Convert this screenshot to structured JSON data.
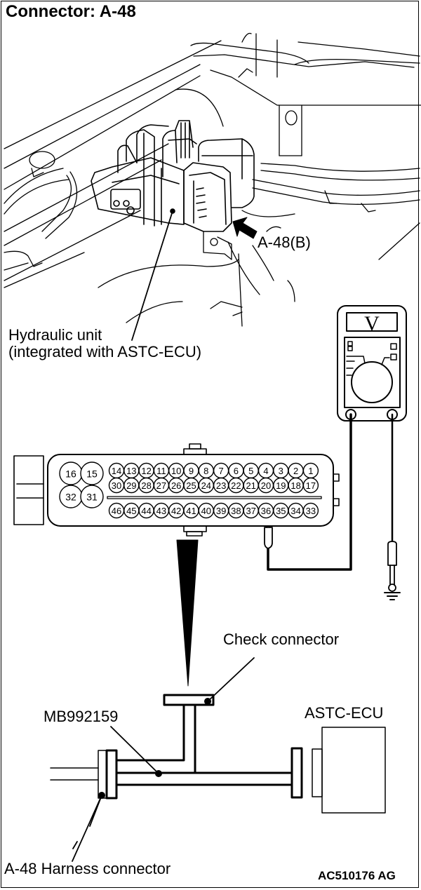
{
  "title": "Connector: A-48",
  "labels": {
    "connector_callout": "A-48(B)",
    "hydraulic_unit_line1": "Hydraulic unit",
    "hydraulic_unit_line2": "(integrated with ASTC-ECU)",
    "check_connector": "Check connector",
    "harness_tool": "MB992159",
    "ecu": "ASTC-ECU",
    "harness_connector": "A-48 Harness connector",
    "figure_code": "AC510176 AG"
  },
  "voltmeter": {
    "display_symbol": "V",
    "icon": "voltmeter-icon"
  },
  "connector_pins": {
    "large_top": [
      "16",
      "15"
    ],
    "large_bottom": [
      "32",
      "31"
    ],
    "row1": [
      "14",
      "13",
      "12",
      "11",
      "10",
      "9",
      "8",
      "7",
      "6",
      "5",
      "4",
      "3",
      "2",
      "1"
    ],
    "row2": [
      "30",
      "29",
      "28",
      "27",
      "26",
      "25",
      "24",
      "23",
      "22",
      "21",
      "20",
      "19",
      "18",
      "17"
    ],
    "row3": [
      "46",
      "45",
      "44",
      "43",
      "42",
      "41",
      "40",
      "39",
      "38",
      "37",
      "36",
      "35",
      "34",
      "33"
    ],
    "probed_pin": "36"
  },
  "icons": {
    "ground": "ground-icon",
    "arrow": "arrow-icon",
    "probe": "probe-icon"
  }
}
